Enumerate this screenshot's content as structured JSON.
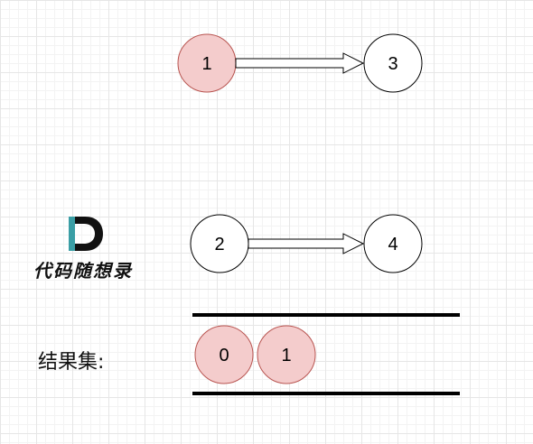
{
  "nodes": [
    {
      "id": "n1",
      "label": "1",
      "fill": "#f4cccc"
    },
    {
      "id": "n3",
      "label": "3",
      "fill": "#ffffff"
    },
    {
      "id": "n2",
      "label": "2",
      "fill": "#ffffff"
    },
    {
      "id": "n4",
      "label": "4",
      "fill": "#ffffff"
    }
  ],
  "edges": [
    {
      "from": "1",
      "to": "3"
    },
    {
      "from": "2",
      "to": "4"
    }
  ],
  "result_set": {
    "label": "结果集:",
    "items": [
      "0",
      "1"
    ],
    "item_fill": "#f4cccc"
  },
  "logo": {
    "letter": "D",
    "text": "代码随想录",
    "accent": "#3a9ea5"
  }
}
